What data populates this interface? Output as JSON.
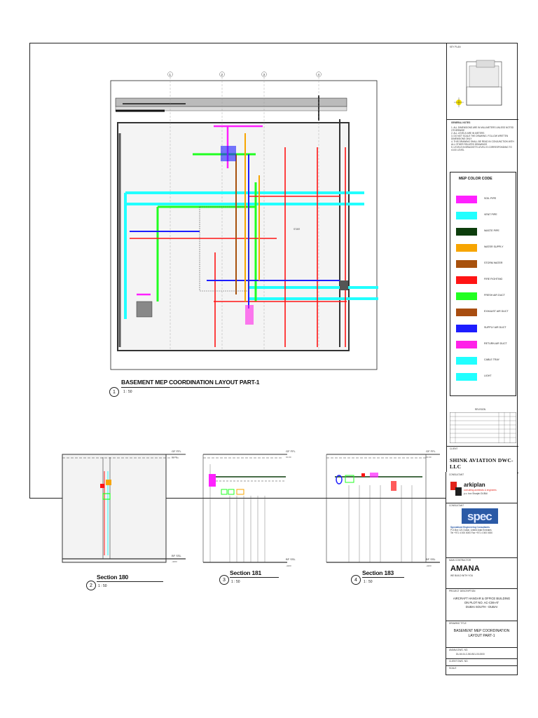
{
  "sheet": {
    "plan": {
      "number": "1",
      "title": "BASEMENT MEP COORDINATION LAYOUT PART-1",
      "scale": "1 : 50",
      "room_label": "STAR",
      "grid_marks": [
        "1",
        "2",
        "3",
        "4"
      ]
    },
    "sections": [
      {
        "number": "2",
        "title": "Section 180",
        "scale": "1 : 50"
      },
      {
        "number": "3",
        "title": "Section 181",
        "scale": "1 : 50"
      },
      {
        "number": "4",
        "title": "Section 183",
        "scale": "1 : 50"
      }
    ],
    "level_tags": {
      "gf": "GF FFL",
      "bf": "BF SSL",
      "gf_value": "±0.00",
      "bf_value": "-4200"
    }
  },
  "title_block": {
    "key_plan": "KEY PLAN",
    "general_notes": {
      "heading": "GENERAL NOTES",
      "items": [
        "1.  ALL DIMENSIONS ARE IN MILLIMETERS UNLESS NOTED OTHERWISE",
        "2.  ALL LEVELS ARE IN METERS",
        "3.  DO NOT SCALE THE DRAWING. FOLLOW WRITTEN DIMENSIONS ONLY",
        "4.  THIS DRAWING SHALL BE READ IN CONJUNCTION WITH ALL OTHER RELATED DRAWINGS",
        "5.  LEVELS IN BRACKETS LEVEL IS CORRESPONDING TO ±0.00 LEVEL"
      ]
    },
    "mep_color_code": {
      "heading": "MEP COLOR CODE",
      "items": [
        {
          "label": "SOIL PIPE",
          "color": "#ff21ff"
        },
        {
          "label": "VENT PIPE",
          "color": "#21ffff"
        },
        {
          "label": "WASTE PIPE",
          "color": "#0c3d0c"
        },
        {
          "label": "WATER SUPPLY",
          "color": "#f7a500"
        },
        {
          "label": "STORM WATER",
          "color": "#a8510c"
        },
        {
          "label": "FIRE FIGHTING",
          "color": "#ff1414"
        },
        {
          "label": "FRESH AIR DUCT",
          "color": "#21ff21"
        },
        {
          "label": "EXHAUST AIR DUCT",
          "color": "#a84d10"
        },
        {
          "label": "SUPPLY AIR DUCT",
          "color": "#1d1dff"
        },
        {
          "label": "RETURN AIR DUCT",
          "color": "#ff21e8"
        },
        {
          "label": "CABLE TRAY",
          "color": "#21ffff"
        },
        {
          "label": "LIGHT",
          "color": "#21ffff"
        }
      ]
    },
    "revision": "REVISION",
    "client_label": "CLIENT",
    "client": "SHINK AVIATION DWC-LLC",
    "consultant_label": "CONSULTANT",
    "consultant": {
      "name": "arkiplan",
      "line2": "consulting architects & engineers",
      "line3": "p.o. box  Sharjah   DUBAI"
    },
    "mep_consultant_label": "CONSULTANT",
    "mep_consultant": {
      "name": "Specialized Engineering Consultants",
      "line2": "P.O.Box 121 Dubai, United Arab Emirates",
      "line3": "Tel +971 4 000 0000   Fax +971 4 000 0000"
    },
    "contractor_label": "MAIN CONTRACTOR",
    "contractor": "AMANA",
    "contractor_sub": "WE BUILD WITH YOU",
    "project_label": "PROJECT DESCRIPTION",
    "project": [
      "AIRCRAFT HANGAR & OFFICE BUILDING",
      "ON PLOT NO. AC-C06-AT",
      "DUBAI SOUTH - DUBAI"
    ],
    "drawing_label": "DRAWING TITLE",
    "drawing_title": [
      "BASEMENT MEP COORDINATION",
      "LAYOUT PART-1"
    ],
    "drawing_no_label": "AMANA DWG. NO.",
    "drawing_no": "DU-M-04-C-B0-B01-00-0000",
    "client_dwg_label": "CLIENT DWG. NO.",
    "scale_label": "SCALE"
  }
}
